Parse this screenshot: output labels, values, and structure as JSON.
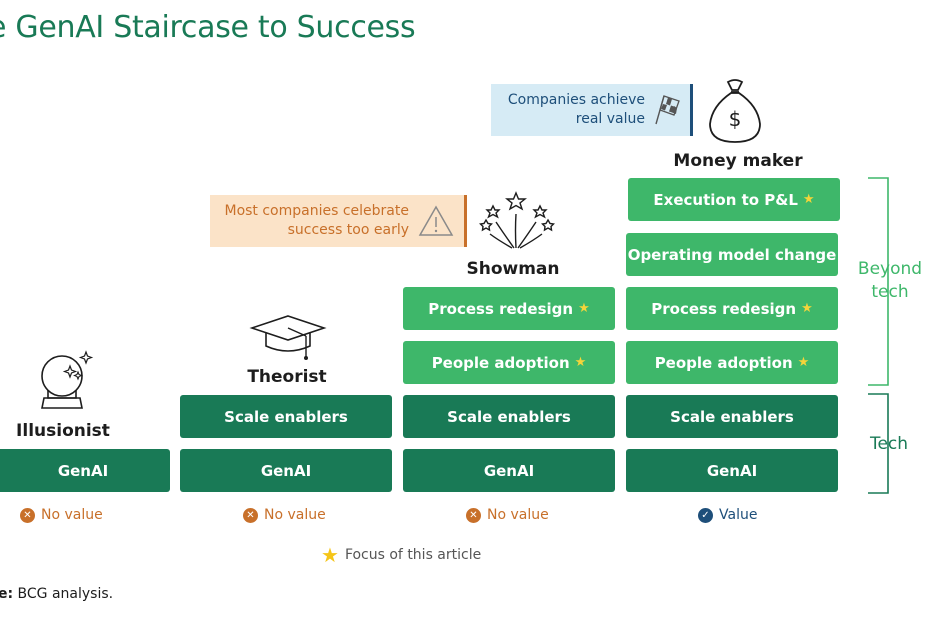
{
  "title": "e GenAI Staircase to Success",
  "callouts": {
    "early": {
      "line1": "Most companies celebrate",
      "line2": "success too early"
    },
    "real": {
      "line1": "Companies achieve",
      "line2": "real value"
    }
  },
  "personas": {
    "illusionist": "Illusionist",
    "theorist": "Theorist",
    "showman": "Showman",
    "money_maker": "Money maker"
  },
  "blocks": {
    "genai": "GenAI",
    "scale_enablers": "Scale enablers",
    "people_adoption": "People adoption",
    "process_redesign": "Process redesign",
    "operating_model_change": "Operating model change",
    "execution_to_pl": "Execution to P&L"
  },
  "status": {
    "no_value": "No value",
    "value": "Value"
  },
  "brackets": {
    "beyond_tech": {
      "line1": "Beyond",
      "line2": "tech"
    },
    "tech": "Tech"
  },
  "legend": "Focus of this article",
  "source": {
    "label": "e:",
    "text": "BCG analysis."
  },
  "colors": {
    "dark_green": "#197a56",
    "light_green": "#3eb76a",
    "star_yellow": "#f5d43a",
    "orange": "#c8702a",
    "orange_bg": "#fbe3c8",
    "blue": "#1e4f7a",
    "blue_bg": "#d6ebf5"
  },
  "icons": [
    "crystal-ball-icon",
    "graduation-cap-icon",
    "fireworks-icon",
    "money-bag-icon",
    "warning-icon",
    "checkered-flag-icon",
    "star-icon",
    "x-circle-icon",
    "check-circle-icon"
  ]
}
